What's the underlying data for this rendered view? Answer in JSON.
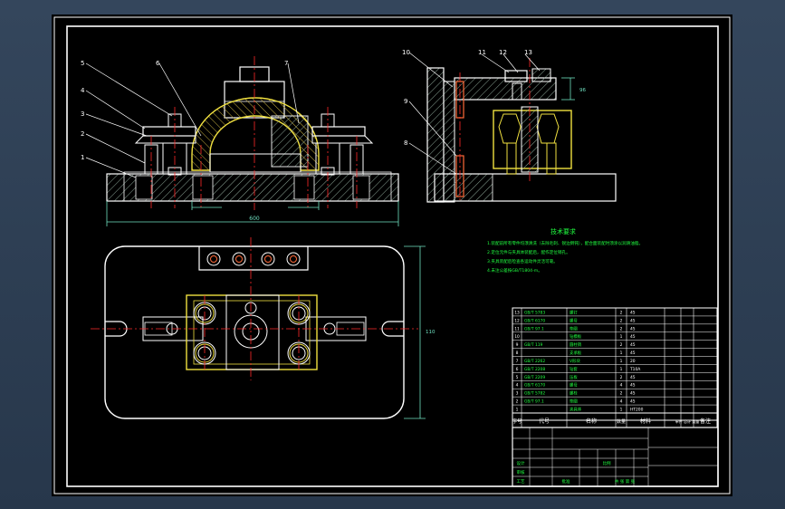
{
  "drawing": {
    "balloons": [
      "1",
      "2",
      "3",
      "4",
      "5",
      "6",
      "7",
      "8",
      "9",
      "10",
      "11",
      "12",
      "13"
    ],
    "technical_requirements": {
      "title": "技术要求",
      "lines": [
        "1.装配前所有零件均须清洗（去除毛刺、锐边倒钝），配合面装配时须涂以润滑油脂。",
        "2.定位元件与夹具体装配后，配作定位销孔。",
        "3.夹具装配后检查各运动件灵活可靠。",
        "4.未注公差按GB/T1804-m。"
      ]
    },
    "dimensions": {
      "overall_width": "600",
      "side_height": "96",
      "base_height": "110"
    },
    "bom_header": {
      "seq": "序号",
      "code": "代号",
      "name": "名称",
      "qty": "数量",
      "material": "材料",
      "weight": "单件 总计 重量",
      "remarks": "备注"
    },
    "bom_rows": [
      {
        "seq": "13",
        "code": "GB/T 5783",
        "name": "螺钉",
        "qty": "2",
        "material": "45"
      },
      {
        "seq": "12",
        "code": "GB/T 6170",
        "name": "螺母",
        "qty": "2",
        "material": "45"
      },
      {
        "seq": "11",
        "code": "GB/T 97.1",
        "name": "垫圈",
        "qty": "2",
        "material": "45"
      },
      {
        "seq": "10",
        "code": "",
        "name": "钻模板",
        "qty": "1",
        "material": "45"
      },
      {
        "seq": "9",
        "code": "GB/T 119",
        "name": "圆柱销",
        "qty": "2",
        "material": "45"
      },
      {
        "seq": "8",
        "code": "",
        "name": "支承板",
        "qty": "1",
        "material": "45"
      },
      {
        "seq": "7",
        "code": "GB/T 2262",
        "name": "V形块",
        "qty": "1",
        "material": "20"
      },
      {
        "seq": "6",
        "code": "GB/T 2208",
        "name": "钻套",
        "qty": "1",
        "material": "T10A"
      },
      {
        "seq": "5",
        "code": "GB/T 2209",
        "name": "压板",
        "qty": "2",
        "material": "45"
      },
      {
        "seq": "4",
        "code": "GB/T 6170",
        "name": "螺母",
        "qty": "4",
        "material": "45"
      },
      {
        "seq": "3",
        "code": "GB/T 5782",
        "name": "螺栓",
        "qty": "2",
        "material": "45"
      },
      {
        "seq": "2",
        "code": "GB/T 97.1",
        "name": "垫圈",
        "qty": "4",
        "material": "45"
      },
      {
        "seq": "1",
        "code": "",
        "name": "夹具体",
        "qty": "1",
        "material": "HT200"
      }
    ],
    "title_block": {
      "designer": "设计",
      "checker": "审核",
      "process": "工艺",
      "approve": "批准",
      "scale": "比例",
      "sheet": "共 张 第 张"
    },
    "colors": {
      "background": "#000000",
      "outline": "#ffffff",
      "hatch": "#8fa89a",
      "center": "#ff2a2a",
      "workpiece": "#f0e040",
      "dimension": "#6fe0c0",
      "tech_text": "#20ff40",
      "bolt": "#b06000"
    }
  }
}
